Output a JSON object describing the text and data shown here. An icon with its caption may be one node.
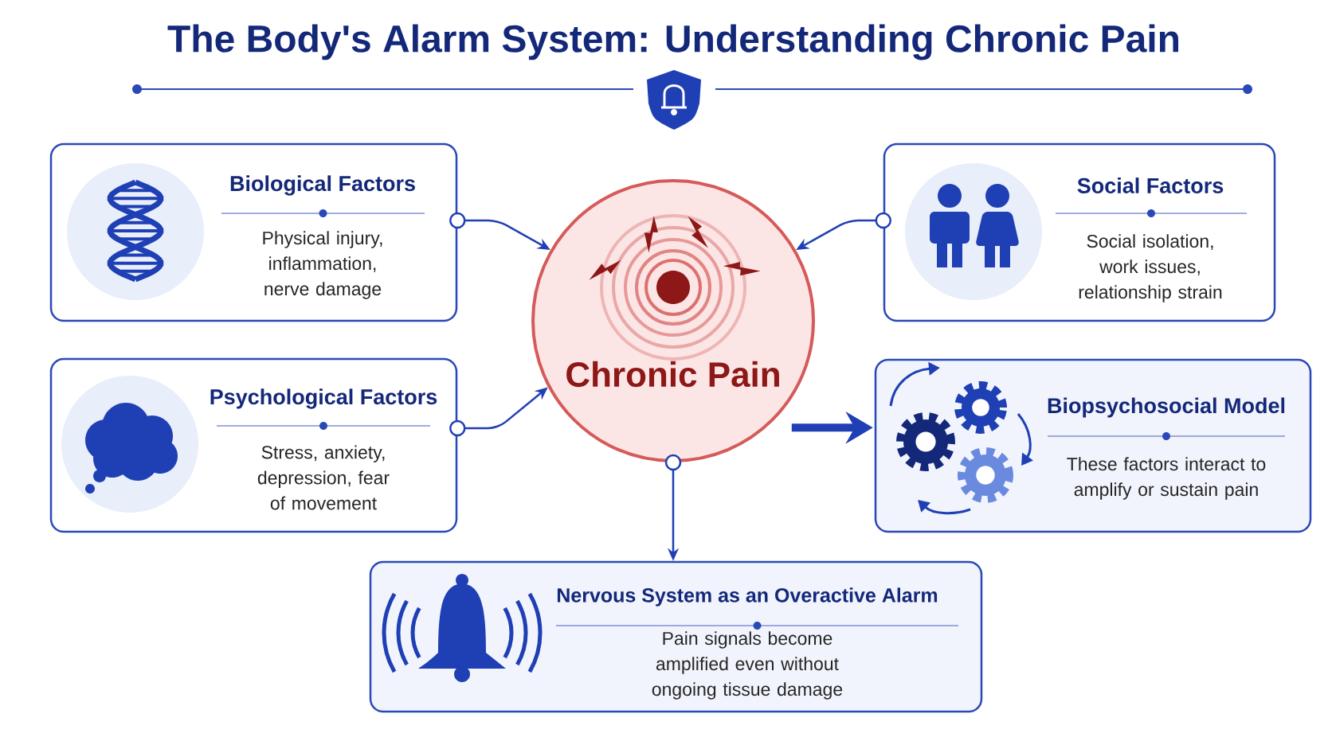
{
  "diagram": {
    "title": "The Body's Alarm System: Understanding Chronic Pain",
    "nodes": [
      {
        "text": [
          "Biological Factors",
          "Physical injury, inflammation, nerve damage"
        ]
      },
      {
        "text": [
          "Social Factors",
          "Social isolation, work issues, relationship strain"
        ]
      },
      {
        "text": [
          "Psychological Factors",
          "Stress, anxiety, depression, fear of movement"
        ]
      },
      {
        "text": [
          "Chronic Pain"
        ]
      },
      {
        "text": [
          "Biopsychosocial Model",
          "These factors interact to amplify or sustain pain"
        ]
      },
      {
        "text": [
          "Nervous System as an Overactive Alarm",
          "Pain signals become amplified even without ongoing tissue damage"
        ]
      }
    ],
    "edges": [
      {
        "from": 0,
        "to": 3,
        "arrow": "to"
      },
      {
        "from": 1,
        "to": 3,
        "arrow": "to"
      },
      {
        "from": 2,
        "to": 3,
        "arrow": "to"
      },
      {
        "from": 3,
        "to": 4,
        "arrow": "to",
        "style": "thick"
      },
      {
        "from": 3,
        "to": 5,
        "arrow": "to"
      }
    ]
  }
}
